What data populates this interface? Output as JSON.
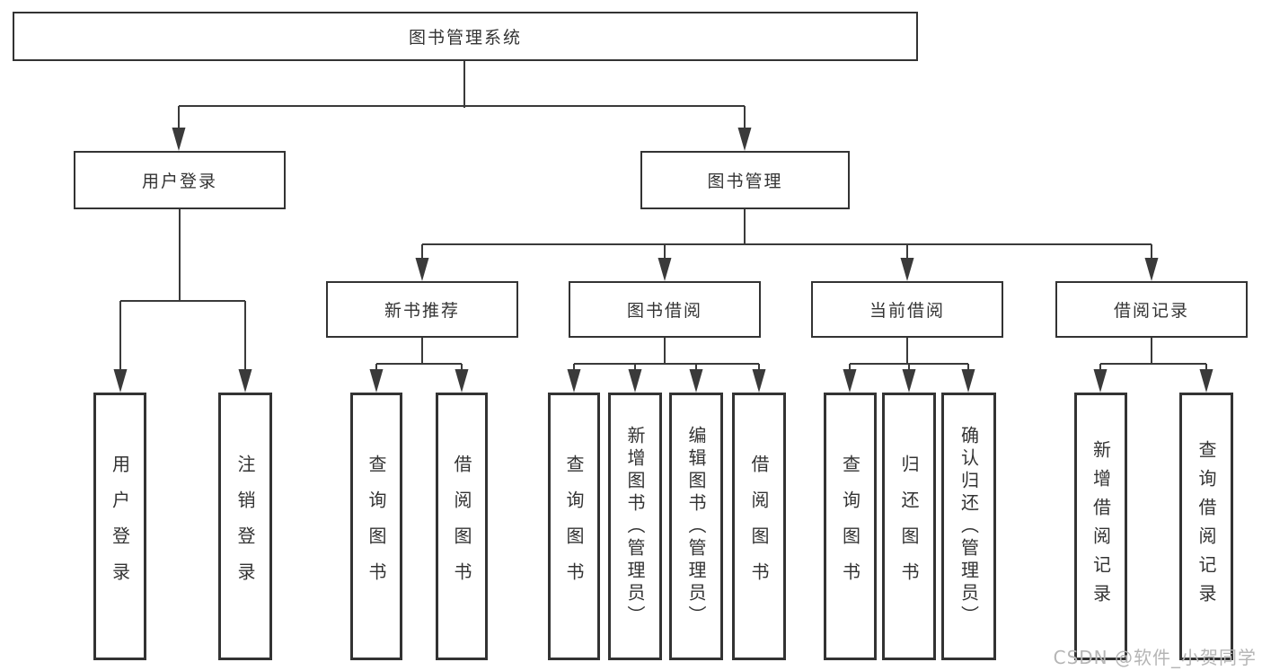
{
  "diagram": {
    "title": "图书管理系统",
    "root": {
      "label": "图书管理系统",
      "children": [
        {
          "label": "用户登录",
          "children": [
            {
              "label": "用户登录"
            },
            {
              "label": "注销登录"
            }
          ]
        },
        {
          "label": "图书管理",
          "children": [
            {
              "label": "新书推荐",
              "children": [
                {
                  "label": "查询图书"
                },
                {
                  "label": "借阅图书"
                }
              ]
            },
            {
              "label": "图书借阅",
              "children": [
                {
                  "label": "查询图书"
                },
                {
                  "label": "新增图书（管理员）"
                },
                {
                  "label": "编辑图书（管理员）"
                },
                {
                  "label": "借阅图书"
                }
              ]
            },
            {
              "label": "当前借阅",
              "children": [
                {
                  "label": "查询图书"
                },
                {
                  "label": "归还图书"
                },
                {
                  "label": "确认归还（管理员）"
                }
              ]
            },
            {
              "label": "借阅记录",
              "children": [
                {
                  "label": "新增借阅记录"
                },
                {
                  "label": "查询借阅记录"
                }
              ]
            }
          ]
        }
      ]
    }
  },
  "watermark": {
    "text": "CSDN @软件_小贺同学"
  },
  "colors": {
    "line": "#3a3a3a",
    "border": "#333333",
    "text": "#333333",
    "watermark": "#b5b5b5",
    "background": "#ffffff"
  }
}
